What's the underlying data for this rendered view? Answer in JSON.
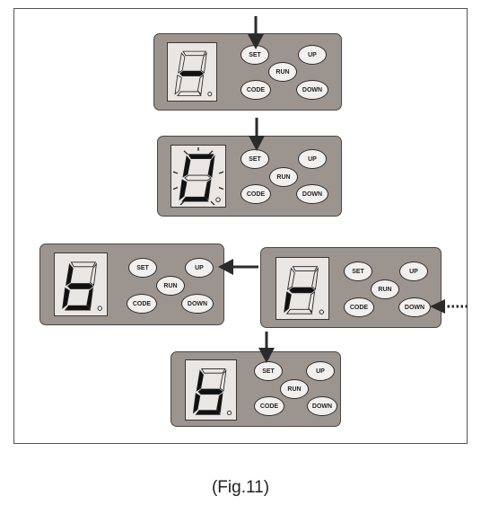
{
  "panels": [
    {
      "id": "step1",
      "digit": "-",
      "buttons": {
        "set": "SET",
        "run": "RUN",
        "up": "UP",
        "code": "CODE",
        "down": "DOWN"
      }
    },
    {
      "id": "step2",
      "digit": "0",
      "blinking": true,
      "buttons": {
        "set": "SET",
        "run": "RUN",
        "up": "UP",
        "code": "CODE",
        "down": "DOWN"
      }
    },
    {
      "id": "step3-left",
      "digit": "b",
      "buttons": {
        "set": "SET",
        "run": "RUN",
        "up": "UP",
        "code": "CODE",
        "down": "DOWN"
      }
    },
    {
      "id": "step3-right",
      "digit": "r",
      "buttons": {
        "set": "SET",
        "run": "RUN",
        "up": "UP",
        "code": "CODE",
        "down": "DOWN"
      }
    },
    {
      "id": "step4",
      "digit": "b",
      "buttons": {
        "set": "SET",
        "run": "RUN",
        "up": "UP",
        "code": "CODE",
        "down": "DOWN"
      }
    }
  ],
  "arrows": [
    {
      "target": "step1 SET",
      "style": "solid",
      "direction": "down"
    },
    {
      "target": "step2 SET",
      "style": "solid",
      "direction": "down"
    },
    {
      "target": "step3-left UP",
      "style": "solid",
      "direction": "left"
    },
    {
      "target": "step3-right DOWN",
      "style": "dotted",
      "direction": "left"
    },
    {
      "target": "step4 SET",
      "style": "solid",
      "direction": "down"
    }
  ],
  "caption": "(Fig.11)",
  "colors": {
    "panel": "#9c948f",
    "display": "#e9e6e3",
    "button": "#f2f0ee",
    "segment": "#111111",
    "arrow": "#2b2b2b"
  }
}
